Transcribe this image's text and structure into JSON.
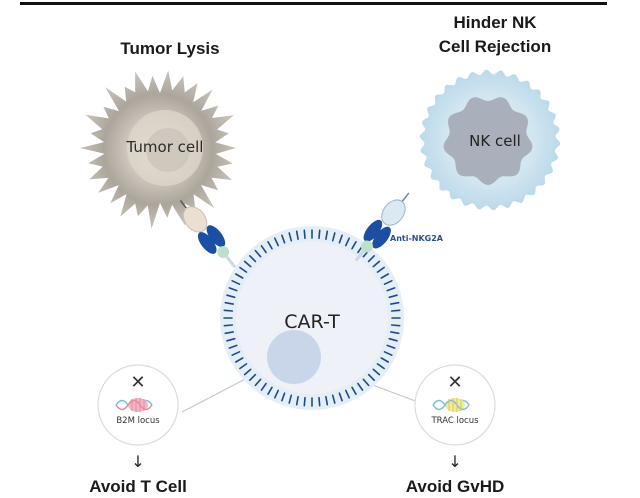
{
  "titles": {
    "tumor_lysis": "Tumor Lysis",
    "hinder_nk_line1": "Hinder NK",
    "hinder_nk_line2": "Cell Rejection",
    "avoid_t_cell": "Avoid T Cell",
    "avoid_gvhd": "Avoid GvHD"
  },
  "cells": {
    "tumor": "Tumor cell",
    "nk": "NK cell",
    "car_t": "CAR-T"
  },
  "labels": {
    "antibody": "Anti-NKG2A",
    "b2m": "B2M locus",
    "trac": "TRAC locus",
    "knockout_mark": "✕",
    "arrow": "↓"
  },
  "colors": {
    "tumor": "#b3aca3",
    "nk_outer": "#cfe4ef",
    "nk_inner": "#a9b0bb",
    "membrane": "#1f4a8a",
    "car_t_fill": "#eef2f8",
    "nucleus": "#c9d6ea",
    "antibody_blue": "#1c4fa3",
    "scfv": "#eadfd0",
    "hinge": "#bfe0c8",
    "b2m_dna": "#e58aa0",
    "trac_dna": "#e8e07a"
  }
}
